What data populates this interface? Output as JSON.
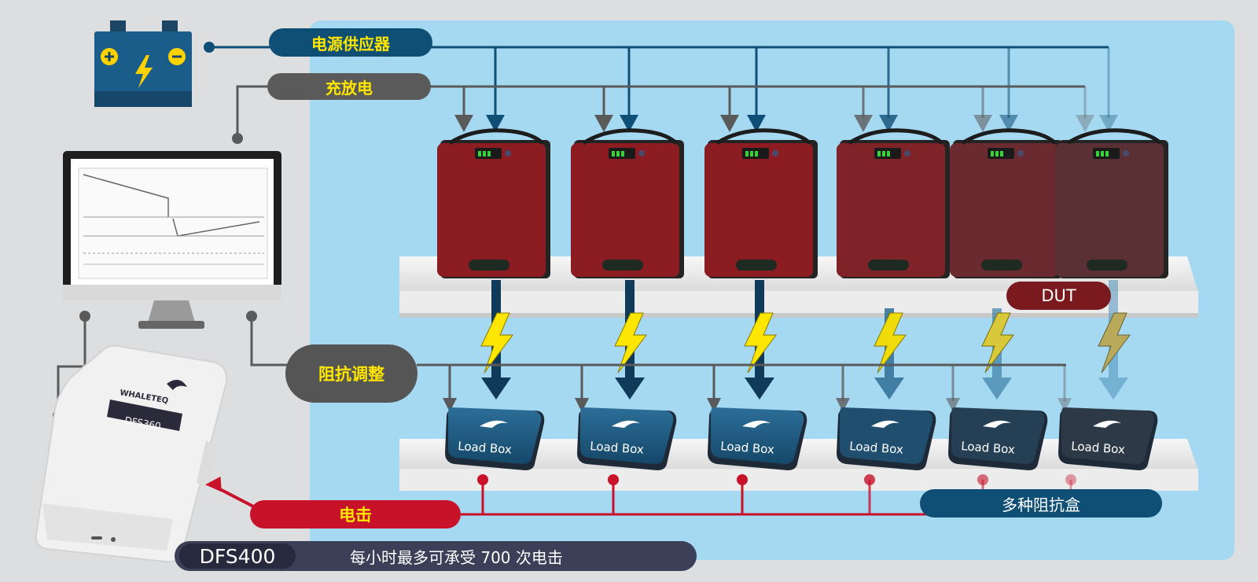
{
  "labels": {
    "power_supply": "电源供应器",
    "charge_discharge": "充放电",
    "impedance_adjust": "阻抗调整",
    "shock": "电击",
    "dut": "DUT",
    "multi_impedance": "多种阻抗盒"
  },
  "bottom_bar": {
    "model": "DFS400",
    "description": "每小时最多可承受 700 次电击"
  },
  "device": {
    "brand": "WHALETEQ",
    "model": "DFS360"
  },
  "load_box": {
    "brand": "WHALETEQ",
    "label": "Load Box"
  },
  "colors": {
    "power_line": "#0f4f76",
    "charge_line": "#5a5a5a",
    "shock_line": "#c8122a",
    "label_text": "#ffe600",
    "panel": "#a5d8f1"
  },
  "icons": [
    "battery-icon",
    "lightning-icon",
    "monitor-icon",
    "device-icon",
    "load-box-icon",
    "dut-battery-icon",
    "whale-logo-icon"
  ]
}
